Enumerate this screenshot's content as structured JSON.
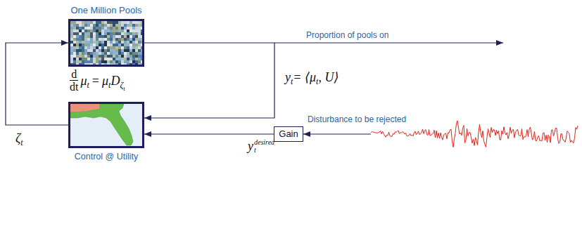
{
  "diagram": {
    "nodes": [
      {
        "text": [
          "One Million Pools"
        ]
      },
      {
        "text": [
          "Control @ Utility"
        ]
      },
      {
        "text": [
          "Gain"
        ]
      }
    ],
    "edges": [
      {
        "from": 0,
        "to": 1,
        "arrow": "to"
      },
      {
        "from": 1,
        "to": 0,
        "arrow": "to"
      },
      {
        "from": 2,
        "to": 1,
        "arrow": "to"
      }
    ],
    "labels": [
      "d",
      "dt",
      "μ",
      "t",
      "=",
      "μ",
      "t",
      "D",
      "ζ",
      "t",
      "Proportion of pools on",
      "y",
      "t",
      "= ⟨μ",
      "t",
      ", U⟩",
      "ζ",
      "t",
      "y",
      "desired",
      "t",
      "Disturbance to be rejected"
    ]
  }
}
